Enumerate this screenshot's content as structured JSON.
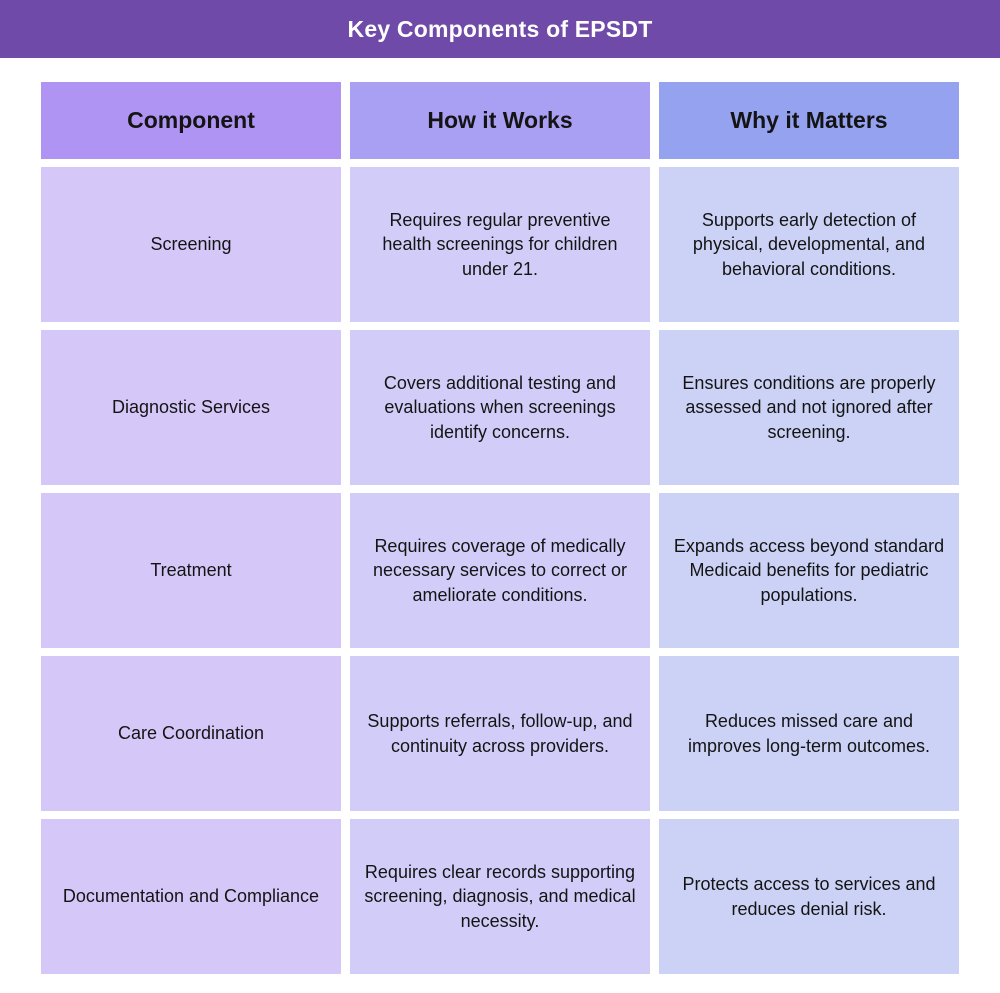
{
  "banner": {
    "title": "Key Components of EPSDT"
  },
  "chart_data": {
    "type": "table",
    "title": "Key Components of EPSDT",
    "columns": [
      "Component",
      "How it Works",
      "Why it Matters"
    ],
    "rows": [
      [
        "Screening",
        "Requires regular preventive health screenings for children under 21.",
        "Supports early detection of physical, developmental, and behavioral conditions."
      ],
      [
        "Diagnostic Services",
        "Covers additional testing and evaluations when screenings identify concerns.",
        "Ensures conditions are properly assessed and not ignored after screening."
      ],
      [
        "Treatment",
        "Requires coverage of medically necessary services to correct or ameliorate conditions.",
        "Expands access beyond standard Medicaid benefits for pediatric populations."
      ],
      [
        "Care Coordination",
        "Supports referrals, follow-up, and continuity across providers.",
        "Reduces missed care and improves long-term outcomes."
      ],
      [
        "Documentation and Compliance",
        "Requires clear records supporting screening, diagnosis, and medical necessity.",
        "Protects access to services and reduces denial risk."
      ]
    ],
    "layout": {
      "legend": "none",
      "grid": "off",
      "header_style": "gradient purple to periwinkle",
      "body_style": "light lavender cells on white gutters"
    }
  },
  "colors": {
    "banner-bg": "#6F4AA8",
    "header-component-bg": "#B094F4",
    "header-how-bg": "#A9A0F3",
    "header-why-bg": "#95A2F0",
    "cell-component-bg": "#D5C8F8",
    "cell-how-bg": "#D2CDF8",
    "cell-why-bg": "#CCD2F6",
    "text-dark": "#141414",
    "text-light": "#FFFFFF",
    "page-bg": "#FFFFFF"
  }
}
